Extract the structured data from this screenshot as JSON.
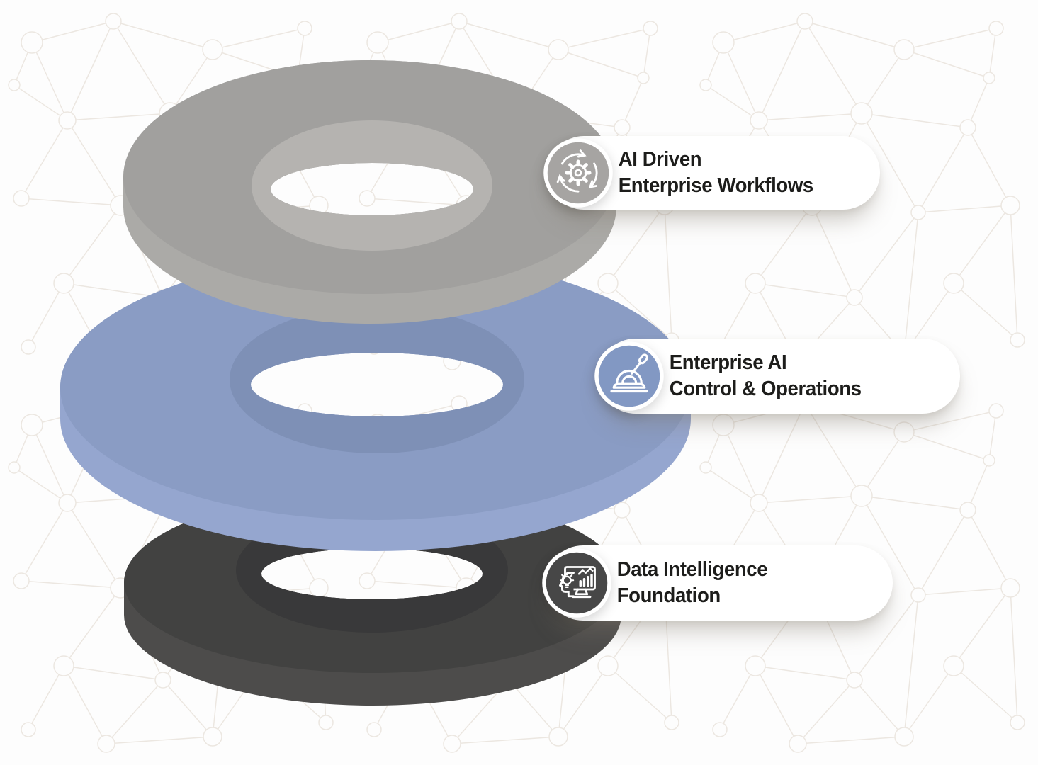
{
  "background": {
    "base_color": "#fdfdfd",
    "pattern": "network-nodes",
    "pattern_color": "#ece7e1"
  },
  "card": {
    "bg_color": "#ffffff",
    "text_color": "#1d1d1b"
  },
  "layers": [
    {
      "id": "workflows",
      "label_line1": "AI Driven",
      "label_line2": "Enterprise Workflows",
      "icon": "cycle-gear-icon",
      "colors": {
        "top": "#a1a09e",
        "side": "#abaaa7",
        "inner": "#b5b3b0",
        "icon_bg": "#a6a4a2"
      }
    },
    {
      "id": "control",
      "label_line1": "Enterprise AI",
      "label_line2": "Control & Operations",
      "icon": "control-lever-icon",
      "colors": {
        "top": "#8a9cc4",
        "side": "#95a6cf",
        "inner": "#7e90b6",
        "icon_bg": "#8298c3"
      }
    },
    {
      "id": "foundation",
      "label_line1": "Data Intelligence",
      "label_line2": "Foundation",
      "icon": "data-intelligence-icon",
      "colors": {
        "top": "#424241",
        "side": "#4d4c4b",
        "inner": "#39393a",
        "icon_bg": "#474747"
      }
    }
  ]
}
